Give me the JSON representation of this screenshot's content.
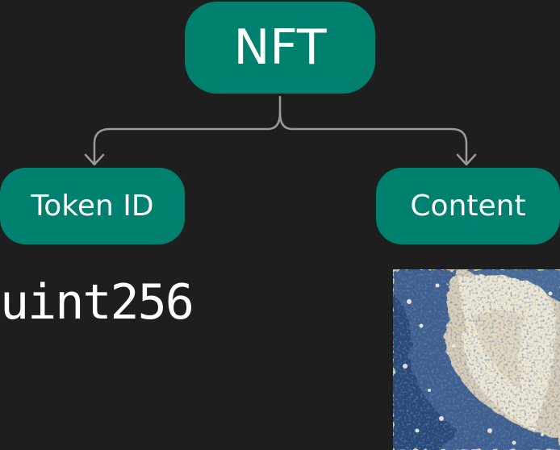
{
  "diagram": {
    "root": {
      "label": "NFT"
    },
    "children": [
      {
        "label": "Token ID",
        "detail": "uint256"
      },
      {
        "label": "Content",
        "image": "wave-painting-image"
      }
    ]
  },
  "colors": {
    "background": "#1e1e1e",
    "node_fill": "#00806e",
    "connector": "#9a9a9a",
    "text": "#ffffff"
  }
}
